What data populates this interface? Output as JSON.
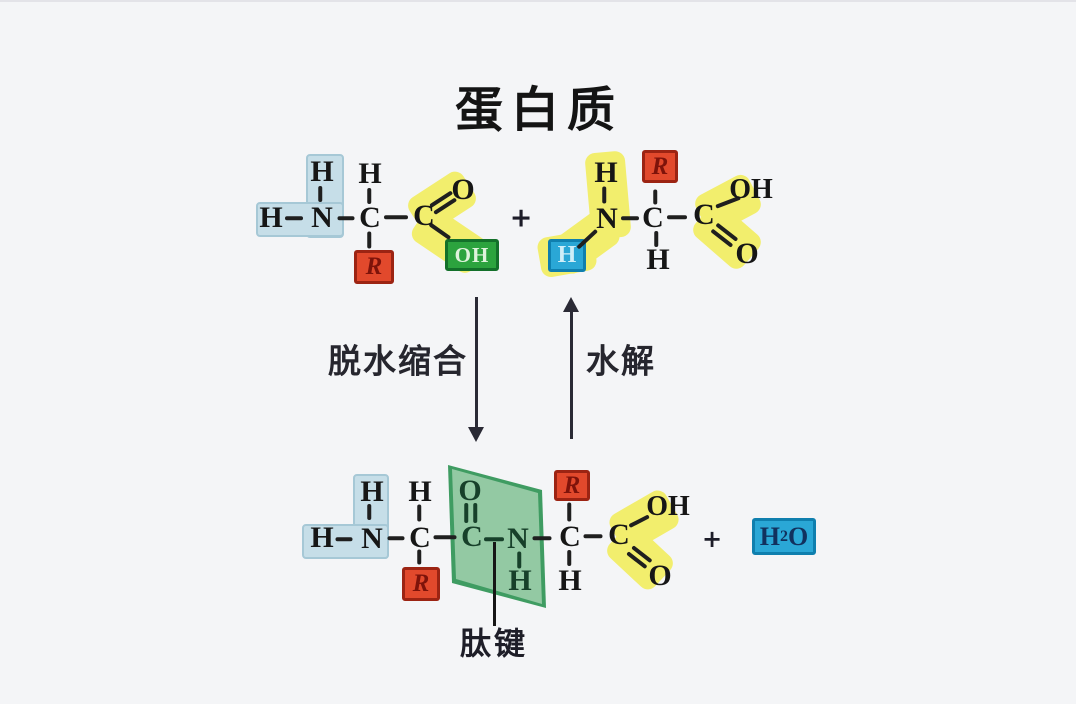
{
  "title": "蛋白质",
  "process": {
    "dehydration_label": "脱水缩合",
    "hydrolysis_label": "水解",
    "peptide_bond_label": "肽键",
    "plus": "+"
  },
  "chemistry": {
    "hydrogen": "H",
    "nitrogen": "N",
    "carbon": "C",
    "oxygen": "O",
    "r_group": "R",
    "hydroxyl": "OH",
    "water": {
      "h": "H",
      "sub": "2",
      "o": "O"
    }
  },
  "colors": {
    "amino_highlight": "#c6dee8",
    "carboxyl_highlight": "#f2ee6d",
    "r_group_box": "#e2492c",
    "hydroxyl_box": "#2ca33e",
    "hydrogen_box": "#2aa7d6",
    "water_box": "#2aa7d6",
    "peptide_plane": "#93c9a3",
    "background": "#f4f5f7"
  }
}
